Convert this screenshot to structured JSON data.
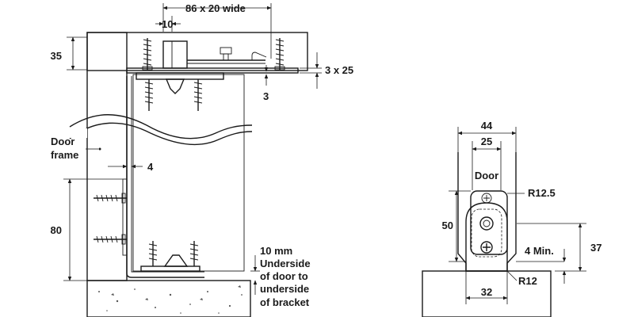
{
  "colors": {
    "frame_fill": "#ececea",
    "door_fill": "#ececea",
    "floor_fill": "#d4d4d2",
    "line": "#1a1a1a"
  },
  "side_view": {
    "dim_top_width": "86 x 20 wide",
    "dim_10": "10",
    "dim_35": "35",
    "dim_3x25": "3 x 25",
    "dim_3": "3",
    "door_frame_line1": "Door",
    "door_frame_line2": "frame",
    "dim_4": "4",
    "dim_80": "80",
    "note_line1": "10 mm",
    "note_line2": "Underside",
    "note_line3": "of door to",
    "note_line4": "underside",
    "note_line5": "of bracket"
  },
  "front_view": {
    "dim_44": "44",
    "dim_25": "25",
    "door_label": "Door",
    "r12_5": "R12.5",
    "dim_50": "50",
    "dim_37": "37",
    "four_min": "4 Min.",
    "r12": "R12",
    "dim_32": "32"
  }
}
